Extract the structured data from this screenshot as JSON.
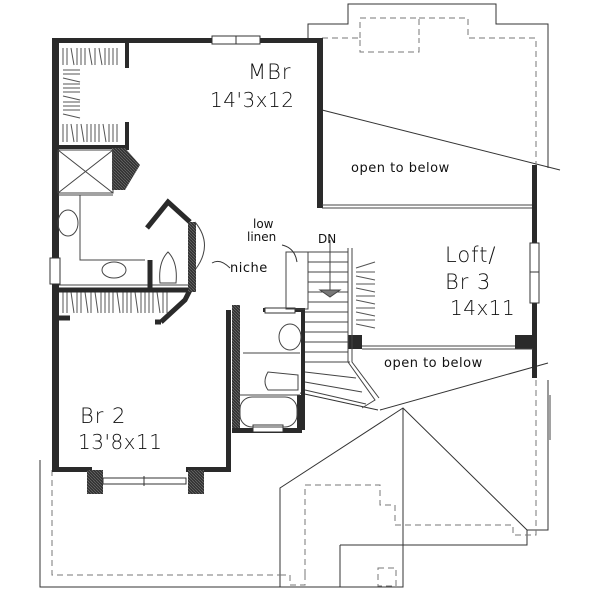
{
  "plan": {
    "type": "second floor plan",
    "colors": {
      "wall": "#2a2a2a",
      "line": "#333333",
      "dashed": "#777777",
      "background": "#ffffff"
    },
    "rooms": [
      {
        "id": "mbr",
        "name": "MBr",
        "dimensions": "14'3x12"
      },
      {
        "id": "loft",
        "name_line1": "Loft/",
        "name_line2": "Br 3",
        "dimensions": "14x11"
      },
      {
        "id": "br2",
        "name": "Br 2",
        "dimensions": "13'8x11"
      }
    ],
    "notes": {
      "open_upper": "open to below",
      "open_lower": "open to below",
      "low_linen_line1": "low",
      "low_linen_line2": "linen",
      "stair": "DN",
      "niche": "niche"
    }
  }
}
